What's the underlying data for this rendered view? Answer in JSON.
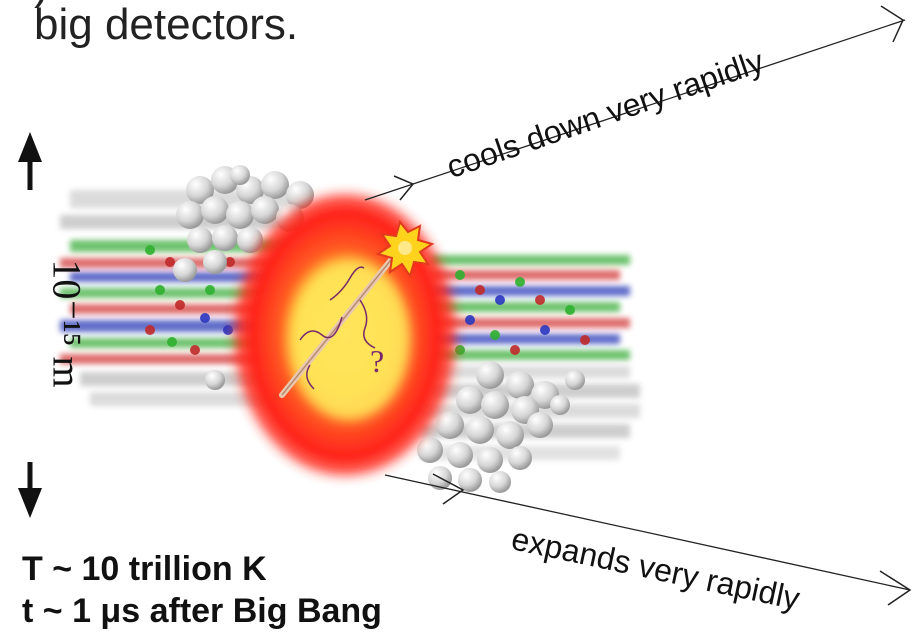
{
  "header": {
    "paren_fragment": ")",
    "text": "big detectors."
  },
  "labels": {
    "cools": "cools down very rapidly",
    "expands": "expands very rapidly",
    "question": "?"
  },
  "scale": {
    "label": "10⁻¹⁵ m"
  },
  "conditions": {
    "temperature": "T ~ 10 trillion K",
    "time": "t ~ 1 μs after Big Bang"
  },
  "colors": {
    "fireball_outer": "#ff2a1f",
    "fireball_inner": "#ffe24a",
    "spark": "#ffd21c",
    "track": "#7a2a6a"
  }
}
